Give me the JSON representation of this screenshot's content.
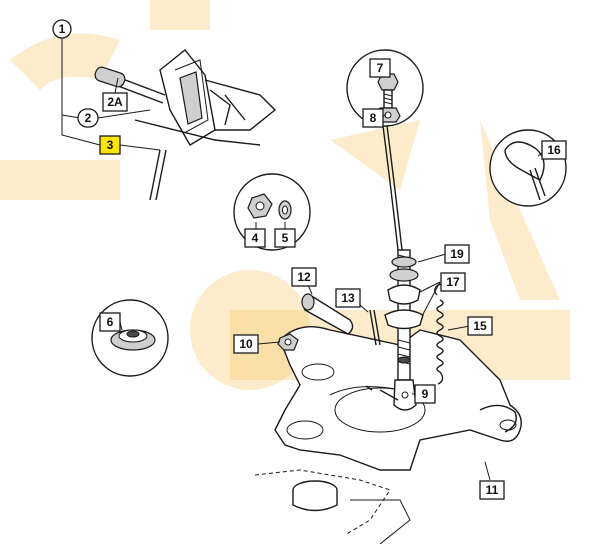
{
  "labels": {
    "l1": "1",
    "l2": "2",
    "l2a": "2A",
    "l3": "3",
    "l4": "4",
    "l5": "5",
    "l6": "6",
    "l7": "7",
    "l8": "8",
    "l9": "9",
    "l10": "10",
    "l11": "11",
    "l12": "12",
    "l13": "13",
    "l15": "15",
    "l16": "16",
    "l17": "17",
    "l19": "19"
  },
  "colors": {
    "highlight": "#ffe600",
    "watermark": "#f3bd52"
  }
}
